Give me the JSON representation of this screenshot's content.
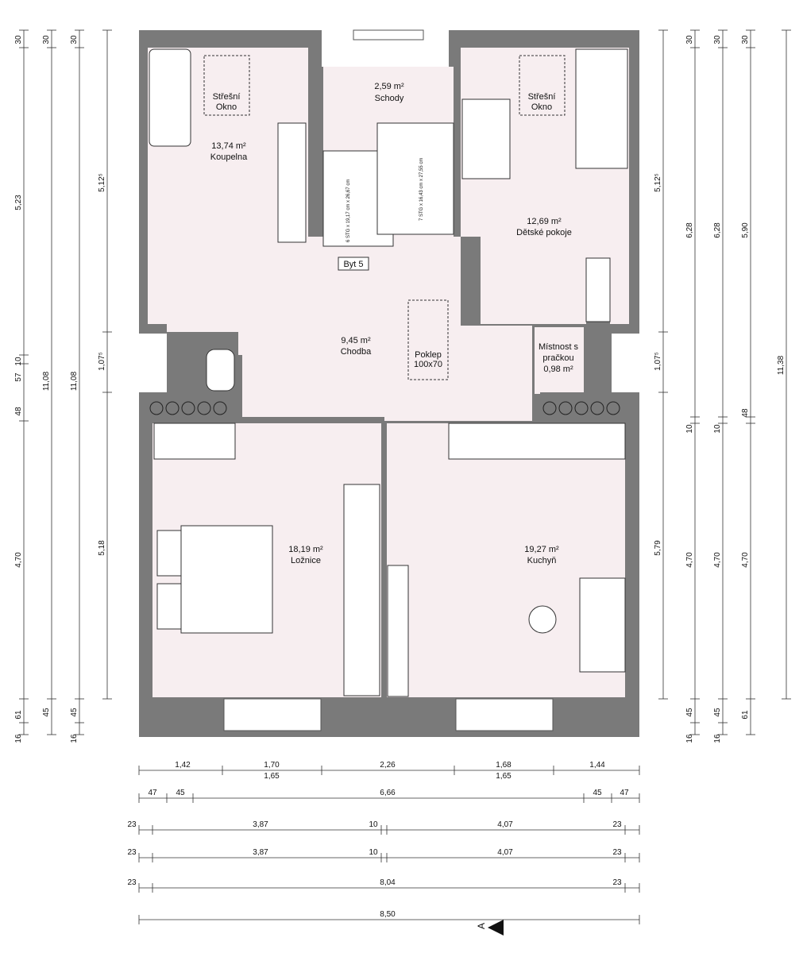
{
  "rooms": {
    "koupelna": {
      "area": "13,74 m²",
      "name": "Koupelna"
    },
    "schody": {
      "area": "2,59 m²",
      "name": "Schody"
    },
    "detske": {
      "area": "12,69 m²",
      "name": "Dětské pokoje"
    },
    "chodba": {
      "area": "9,45 m²",
      "name": "Chodba"
    },
    "pracka": {
      "line1": "Místnost s",
      "line2": "pračkou",
      "area": "0,98 m²"
    },
    "loznice": {
      "area": "18,19 m²",
      "name": "Ložnice"
    },
    "kuchyn": {
      "area": "19,27 m²",
      "name": "Kuchyň"
    }
  },
  "labels": {
    "roof_window_1": "Střešní",
    "roof_window_2": "Okno",
    "unit": "Byt 5",
    "poklep_1": "Poklep",
    "poklep_2": "100x70",
    "stairs_left": "6 STG x 19,17 cm x 26,67 cm",
    "stairs_right": "7 STG x 16,43 cm x 27,55 cm",
    "section": "A"
  },
  "dims": {
    "left1": [
      "30",
      "5,23",
      "57",
      "10",
      "48",
      "4,70",
      "61",
      "16"
    ],
    "left2": [
      "30",
      "11,08",
      "45"
    ],
    "left3": [
      "30",
      "11,08",
      "45",
      "16"
    ],
    "left4": [
      "5,12⁵",
      "1,07⁵",
      "5,18"
    ],
    "right1": [
      "5,12⁵",
      "1,07⁵",
      "5,79"
    ],
    "right2": [
      "30",
      "6,28",
      "10",
      "4,70",
      "45",
      "16"
    ],
    "right3": [
      "30",
      "6,28",
      "10",
      "4,70",
      "45",
      "16"
    ],
    "right4": [
      "30",
      "5,90",
      "48",
      "4,70",
      "61"
    ],
    "right5": [
      "11,38"
    ],
    "bottom1": [
      "1,42",
      "1,70",
      "1,65",
      "2,26",
      "1,68",
      "1,65",
      "1,44"
    ],
    "bottom2": [
      "47",
      "45",
      "6,66",
      "45",
      "47"
    ],
    "bottom3": [
      "23",
      "3,87",
      "10",
      "4,07",
      "23"
    ],
    "bottom4": [
      "23",
      "3,87",
      "10",
      "4,07",
      "23"
    ],
    "bottom5": [
      "23",
      "8,04",
      "23"
    ],
    "bottom6": [
      "8,50"
    ]
  }
}
